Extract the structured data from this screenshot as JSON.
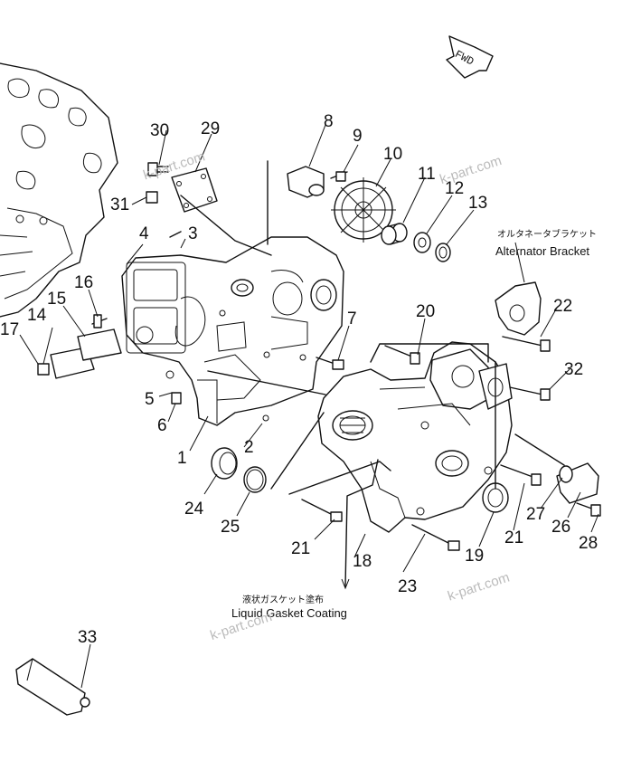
{
  "diagram": {
    "fwd_label": "FWD",
    "alternator_bracket_jp": "オルタネータブラケット",
    "alternator_bracket": "Alternator Bracket",
    "gasket_jp": "液状ガスケット塗布",
    "gasket": "Liquid Gasket Coating",
    "watermark": "k-part.com",
    "callouts": [
      "1",
      "2",
      "3",
      "4",
      "5",
      "6",
      "7",
      "8",
      "9",
      "10",
      "11",
      "12",
      "13",
      "14",
      "15",
      "16",
      "17",
      "18",
      "19",
      "20",
      "21",
      "21",
      "22",
      "23",
      "24",
      "25",
      "26",
      "27",
      "28",
      "29",
      "30",
      "31",
      "32",
      "33"
    ]
  }
}
